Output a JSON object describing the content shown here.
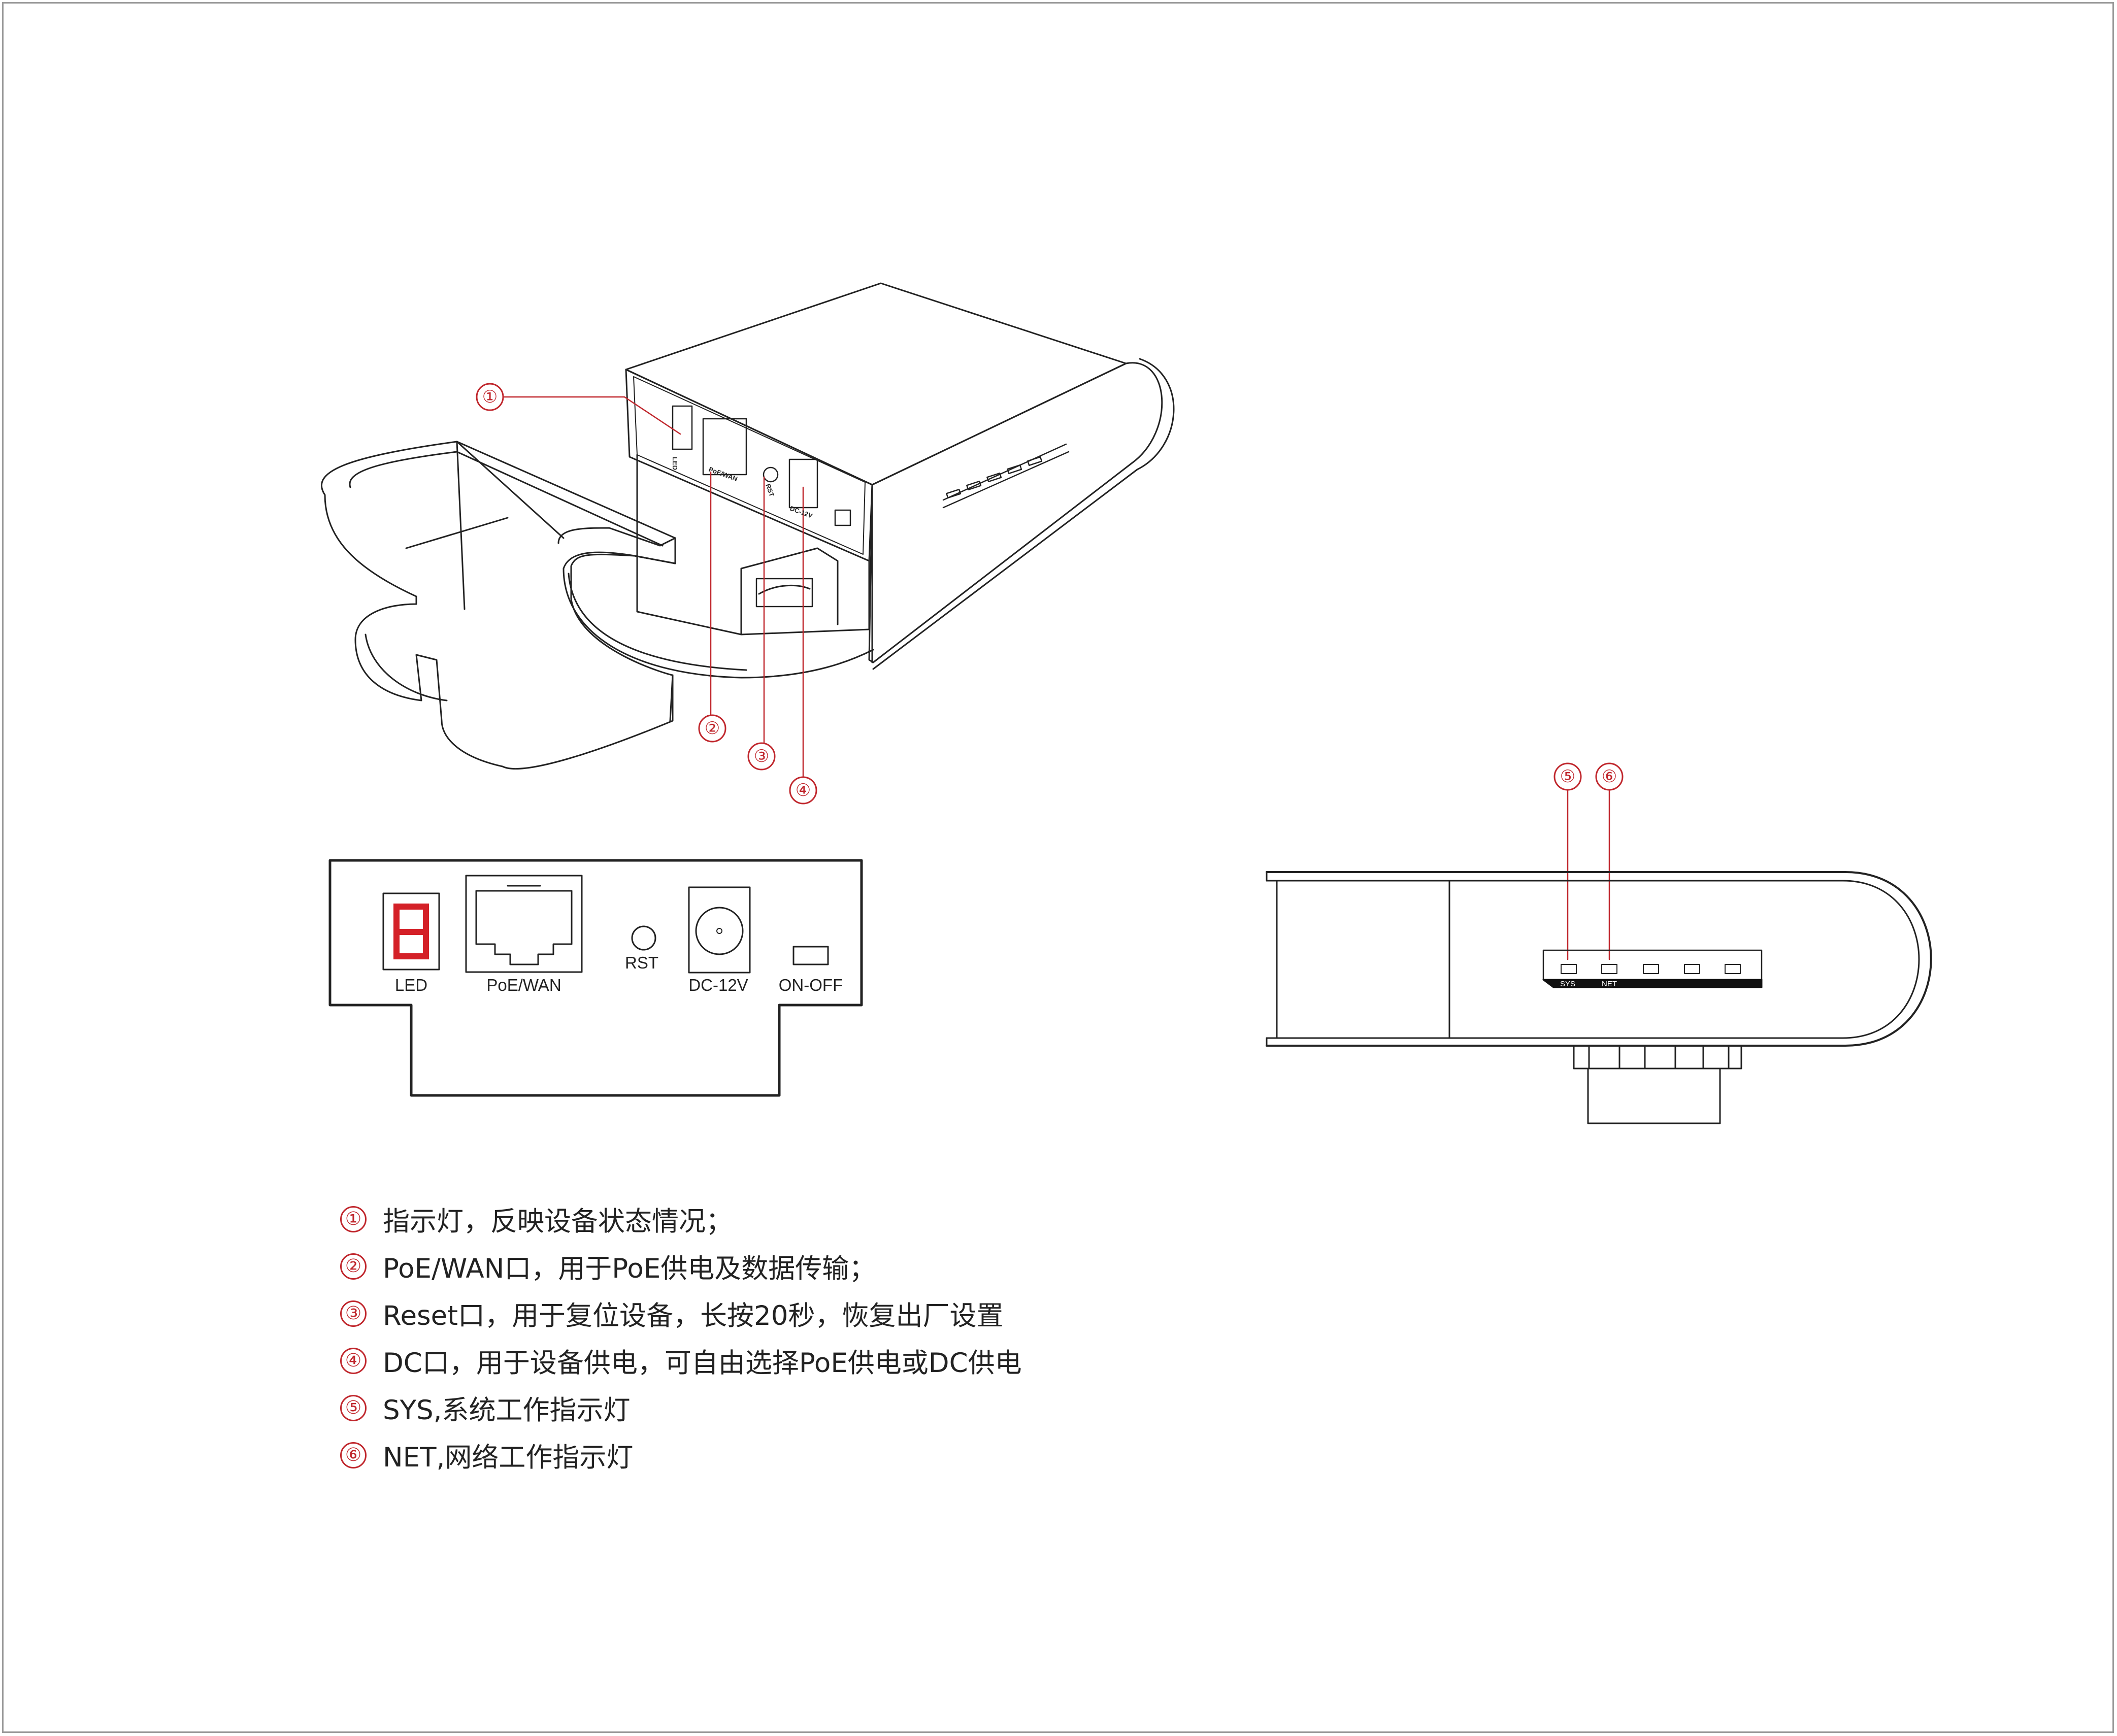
{
  "callouts": [
    "①",
    "②",
    "③",
    "④",
    "⑤",
    "⑥"
  ],
  "device_port_labels": {
    "led": "LED",
    "poe_wan": "PoE/WAN",
    "rst": "RST",
    "dc": "DC-12V"
  },
  "panel": {
    "led": "LED",
    "poe_wan": "PoE/WAN",
    "rst": "RST",
    "dc": "DC-12V",
    "switch": "ON-OFF",
    "led_digit": "8"
  },
  "side_view": {
    "sys": "SYS",
    "net": "NET"
  },
  "legend": [
    {
      "num": "①",
      "text": "指示灯，反映设备状态情况；"
    },
    {
      "num": "②",
      "text": "PoE/WAN口，用于PoE供电及数据传输；"
    },
    {
      "num": "③",
      "text": "Reset口，用于复位设备，长按20秒，恢复出厂设置"
    },
    {
      "num": "④",
      "text": "DC口，用于设备供电，可自由选择PoE供电或DC供电"
    },
    {
      "num": "⑤",
      "text": "SYS,系统工作指示灯"
    },
    {
      "num": "⑥",
      "text": "NET,网络工作指示灯"
    }
  ],
  "colors": {
    "callout": "#c0272d",
    "line": "#222222",
    "led_segment": "#d42027",
    "border": "#9a9a9a"
  }
}
